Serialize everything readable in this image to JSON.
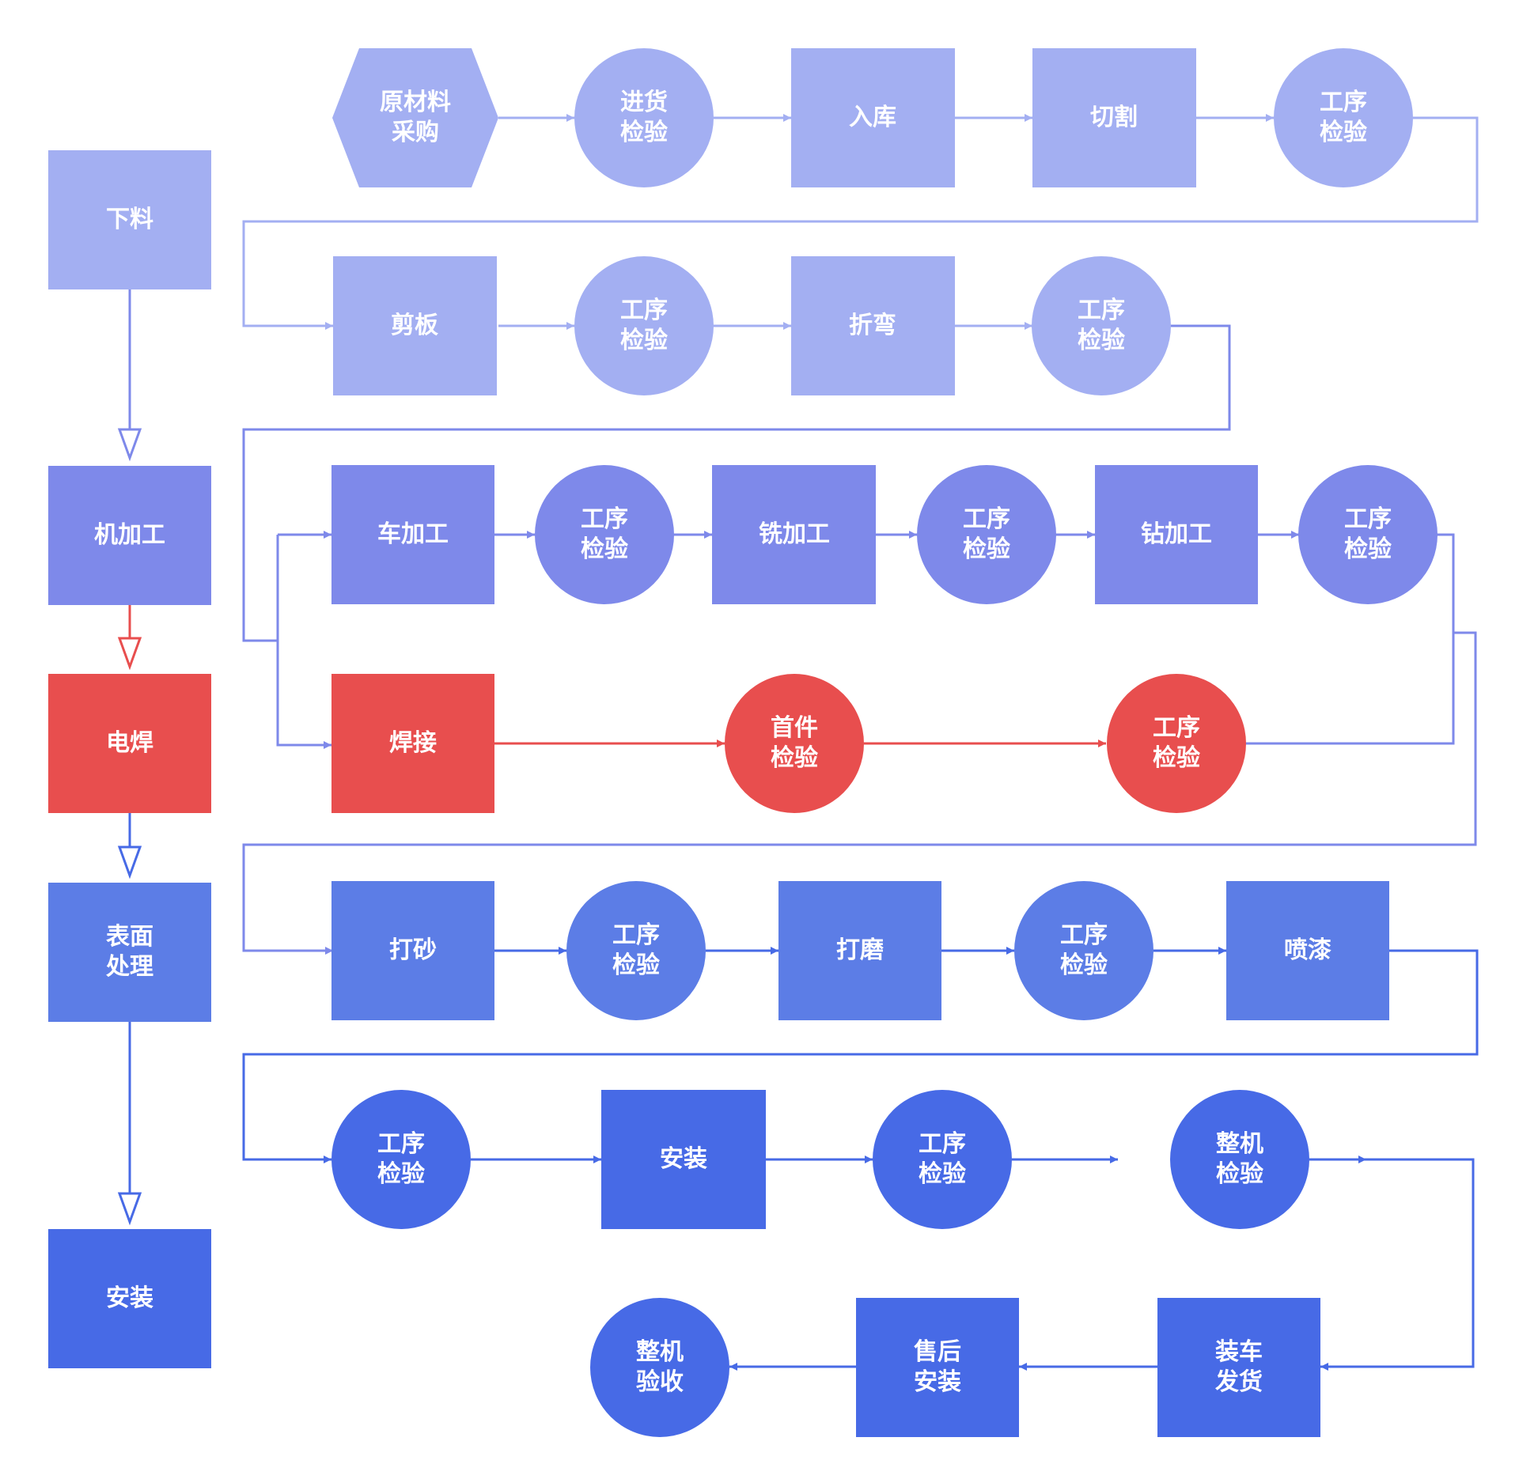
{
  "colors": {
    "row1": "#a3aff2",
    "row2": "#7e89ea",
    "weld": "#e84e4e",
    "row3": "#5c7de6",
    "row4": "#476ae6",
    "line_light": "#a3aff2",
    "line_mid": "#7e89ea",
    "line_dark": "#476ae6",
    "line_red": "#e84e4e"
  },
  "left_column": [
    {
      "id": "L1",
      "label": "下料",
      "color": "row1"
    },
    {
      "id": "L2",
      "label": "机加工",
      "color": "row2"
    },
    {
      "id": "L3",
      "label": "电焊",
      "color": "weld"
    },
    {
      "id": "L4",
      "label": "表面\n处理",
      "color": "row3"
    },
    {
      "id": "L5",
      "label": "安装",
      "color": "row4"
    }
  ],
  "process_nodes": [
    {
      "id": "n1",
      "shape": "hexagon",
      "label": "原材料\n采购",
      "color": "row1"
    },
    {
      "id": "n2",
      "shape": "circle",
      "label": "进货\n检验",
      "color": "row1"
    },
    {
      "id": "n3",
      "shape": "rect",
      "label": "入库",
      "color": "row1"
    },
    {
      "id": "n4",
      "shape": "rect",
      "label": "切割",
      "color": "row1"
    },
    {
      "id": "n5",
      "shape": "circle",
      "label": "工序\n检验",
      "color": "row1"
    },
    {
      "id": "n6",
      "shape": "rect",
      "label": "剪板",
      "color": "row1"
    },
    {
      "id": "n7",
      "shape": "circle",
      "label": "工序\n检验",
      "color": "row1"
    },
    {
      "id": "n8",
      "shape": "rect",
      "label": "折弯",
      "color": "row1"
    },
    {
      "id": "n9",
      "shape": "circle",
      "label": "工序\n检验",
      "color": "row1"
    },
    {
      "id": "n10",
      "shape": "rect",
      "label": "车加工",
      "color": "row2"
    },
    {
      "id": "n11",
      "shape": "circle",
      "label": "工序\n检验",
      "color": "row2"
    },
    {
      "id": "n12",
      "shape": "rect",
      "label": "铣加工",
      "color": "row2"
    },
    {
      "id": "n13",
      "shape": "circle",
      "label": "工序\n检验",
      "color": "row2"
    },
    {
      "id": "n14",
      "shape": "rect",
      "label": "钻加工",
      "color": "row2"
    },
    {
      "id": "n15",
      "shape": "circle",
      "label": "工序\n检验",
      "color": "row2"
    },
    {
      "id": "n16",
      "shape": "rect",
      "label": "焊接",
      "color": "weld"
    },
    {
      "id": "n17",
      "shape": "circle",
      "label": "首件\n检验",
      "color": "weld"
    },
    {
      "id": "n18",
      "shape": "circle",
      "label": "工序\n检验",
      "color": "weld"
    },
    {
      "id": "n19",
      "shape": "rect",
      "label": "打砂",
      "color": "row3"
    },
    {
      "id": "n20",
      "shape": "circle",
      "label": "工序\n检验",
      "color": "row3"
    },
    {
      "id": "n21",
      "shape": "rect",
      "label": "打磨",
      "color": "row3"
    },
    {
      "id": "n22",
      "shape": "circle",
      "label": "工序\n检验",
      "color": "row3"
    },
    {
      "id": "n23",
      "shape": "rect",
      "label": "喷漆",
      "color": "row3"
    },
    {
      "id": "n24",
      "shape": "circle",
      "label": "工序\n检验",
      "color": "row4"
    },
    {
      "id": "n25",
      "shape": "rect",
      "label": "安装",
      "color": "row4"
    },
    {
      "id": "n26",
      "shape": "circle",
      "label": "工序\n检验",
      "color": "row4"
    },
    {
      "id": "n27",
      "shape": "circle",
      "label": "整机\n检验",
      "color": "row4"
    },
    {
      "id": "n28",
      "shape": "rect",
      "label": "装车\n发货",
      "color": "row4"
    },
    {
      "id": "n29",
      "shape": "rect",
      "label": "售后\n安装",
      "color": "row4"
    },
    {
      "id": "n30",
      "shape": "circle",
      "label": "整机\n验收",
      "color": "row4"
    }
  ]
}
